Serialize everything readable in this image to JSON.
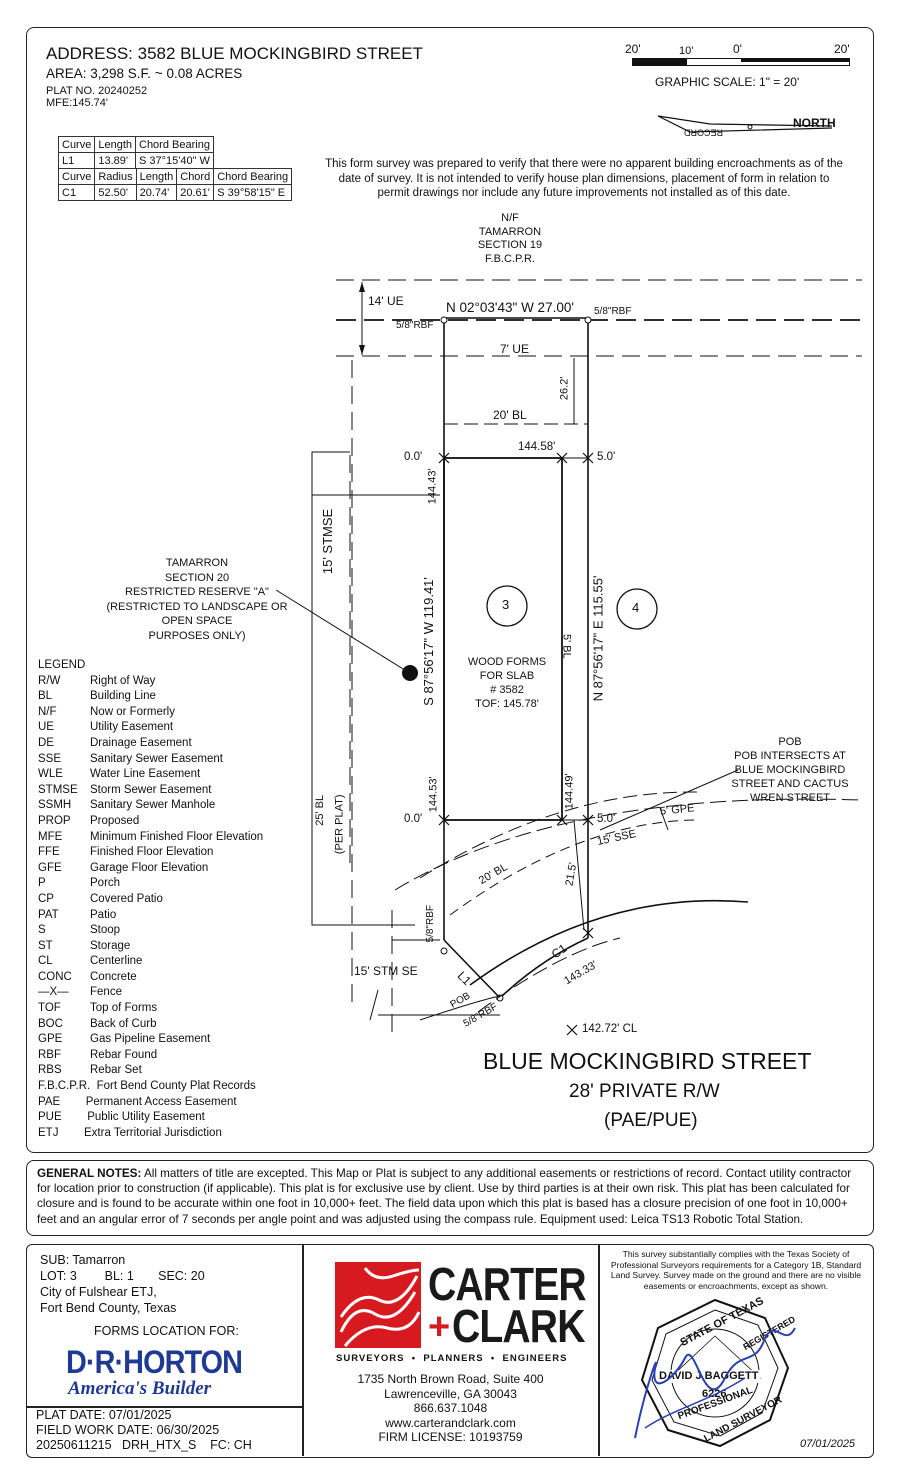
{
  "header": {
    "address": "ADDRESS:  3582 BLUE MOCKINGBIRD STREET",
    "area": "AREA: 3,298 S.F. ~ 0.08 ACRES",
    "plat_no": "PLAT NO. 20240252",
    "mfe": "MFE:145.74'"
  },
  "scale": {
    "ticks": [
      "20'",
      "10'",
      "0'",
      "20'"
    ],
    "label": "GRAPHIC SCALE: 1\" = 20'",
    "north": "NORTH",
    "record": "RECORD"
  },
  "curve_table": {
    "line_header": [
      "Curve",
      "Length",
      "Chord Bearing"
    ],
    "line_row": [
      "L1",
      "13.89'",
      "S 37°15'40\" W"
    ],
    "curve_header": [
      "Curve",
      "Radius",
      "Length",
      "Chord",
      "Chord Bearing"
    ],
    "curve_row": [
      "C1",
      "52.50'",
      "20.74'",
      "20.61'",
      "S 39°58'15\" E"
    ]
  },
  "disclaimer": [
    "This form survey was prepared to verify that there were no apparent building encroachments as of the",
    "date of survey. It is not intended to verify house plan dimensions, placement of form in relation to",
    "permit drawings nor include any future improvements not installed as of this date."
  ],
  "plat": {
    "nf_label": [
      "N/F",
      "TAMARRON",
      "SECTION 19",
      "F.B.C.P.R."
    ],
    "ue14": "14' UE",
    "ue7": "7' UE",
    "top_bearing": "N 02°03'43\" W  27.00'",
    "rbf_left_top": "5/8\"RBF",
    "rbf_right_top": "5/8\"RBF",
    "dim_26": "26.2'",
    "bl20": "20' BL",
    "form_top_len": "144.58'",
    "off_top_left": "0.0'",
    "off_top_right": "5.0'",
    "stmse15": "15' STMSE",
    "left_top_len": "144.43'",
    "left_bearing": "S 87°56'17\" W 119.41'",
    "right_bearing": "N 87°56'17\" E 115.55'",
    "lot3": "3",
    "lot4": "4",
    "bl5": "5' BL",
    "slab": [
      "WOOD FORMS",
      "FOR SLAB",
      "# 3582",
      "TOF: 145.78'"
    ],
    "reserve": [
      "TAMARRON",
      "SECTION 20",
      "RESTRICTED RESERVE \"A\"",
      "(RESTRICTED TO LANDSCAPE OR",
      "OPEN SPACE",
      "PURPOSES ONLY)"
    ],
    "left_bot_len": "144.53'",
    "right_bot_len": "144.49'",
    "off_bot_left": "0.0'",
    "off_bot_right": "5.0'",
    "bl25": "25' BL",
    "per_plat": "(PER PLAT)",
    "pob": [
      "POB",
      "POB INTERSECTS AT",
      "BLUE MOCKINGBIRD",
      "STREET AND CACTUS",
      "WREN STREET"
    ],
    "gpe5": "5' GPE",
    "sse15": "15' SSE",
    "bl20_curve": "20' BL",
    "dim_215": "21.5'",
    "rbf_left_bot": "5/8\"RBF",
    "stmse15_bot": "15' STM SE",
    "l1": "L1",
    "c1": "C1",
    "pob_small": "POB",
    "rbf_pob": "5/8\"RBF",
    "dim_14333": "143.33'",
    "cl": "142.72' CL",
    "street": "BLUE MOCKINGBIRD STREET",
    "row": "28' PRIVATE R/W",
    "pae": "(PAE/PUE)"
  },
  "legend": {
    "title": "LEGEND",
    "items": [
      [
        "R/W",
        "Right of Way"
      ],
      [
        "BL",
        "Building Line"
      ],
      [
        "N/F",
        "Now or Formerly"
      ],
      [
        "UE",
        "Utility Easement"
      ],
      [
        "DE",
        "Drainage Easement"
      ],
      [
        "SSE",
        "Sanitary Sewer Easement"
      ],
      [
        "WLE",
        "Water Line Easement"
      ],
      [
        "STMSE",
        "Storm Sewer Easement"
      ],
      [
        "SSMH",
        "Sanitary Sewer Manhole"
      ],
      [
        "PROP",
        "Proposed"
      ],
      [
        "MFE",
        "Minimum Finished Floor Elevation"
      ],
      [
        "FFE",
        "Finished Floor Elevation"
      ],
      [
        "GFE",
        "Garage Floor Elevation"
      ],
      [
        "P",
        "Porch"
      ],
      [
        "CP",
        "Covered Patio"
      ],
      [
        "PAT",
        "Patio"
      ],
      [
        "S",
        "Stoop"
      ],
      [
        "ST",
        "Storage"
      ],
      [
        "CL",
        "Centerline"
      ],
      [
        "CONC",
        "Concrete"
      ],
      [
        "—X—",
        "Fence"
      ],
      [
        "TOF",
        "Top of Forms"
      ],
      [
        "BOC",
        "Back of Curb"
      ],
      [
        "GPE",
        "Gas Pipeline Easement"
      ],
      [
        "RBF",
        "Rebar Found"
      ],
      [
        "RBS",
        "Rebar Set"
      ]
    ],
    "wide_items": [
      "F.B.C.P.R.  Fort Bend County Plat Records",
      "PAE        Permanent Access Easement",
      "PUE        Public Utility Easement",
      "ETJ        Extra Territorial Jurisdiction"
    ]
  },
  "general_notes": {
    "label": "GENERAL NOTES:",
    "text": " All matters of title are excepted. This Map or Plat is subject to any additional easements or restrictions of record. Contact utility contractor for location prior to construction (if applicable). This plat is for exclusive use by client. Use by third parties is at their own risk. This plat has been calculated for closure and is found to be accurate within one foot in 10,000+ feet. The field data upon which this plat is based has a closure precision of one foot in 10,000+ feet and an angular error of 7 seconds per angle point and was adjusted using the compass rule. Equipment used: Leica TS13 Robotic Total Station."
  },
  "footer_left": {
    "sub": "SUB: Tamarron",
    "lot_line": "LOT: 3        BL: 1       SEC: 20",
    "city": "City of Fulshear ETJ,",
    "county": "Fort Bend County, Texas",
    "forms_for": "FORMS LOCATION FOR:",
    "logo_main": "D·R·HORTON",
    "logo_sub": "America's Builder",
    "plat_date": "PLAT DATE: 07/01/2025",
    "field_date": "FIELD WORK DATE: 06/30/2025",
    "job_line": "20250611215   DRH_HTX_S    FC: CH"
  },
  "footer_mid": {
    "brand1": "CARTER",
    "brand2": "CLARK",
    "plus": "+",
    "tagline": "SURVEYORS  •  PLANNERS  •  ENGINEERS",
    "address1": "1735 North Brown Road, Suite 400",
    "address2": "Lawrenceville, GA 30043",
    "phone": "866.637.1048",
    "web": "www.carterandclark.com",
    "license": "FIRM LICENSE: 10193759"
  },
  "footer_right": {
    "statement": [
      "This survey substantially complies with the Texas Society of",
      "Professional Surveyors requirements for a Category 1B, Standard",
      "Land Survey. Survey made on the ground and there are no visible",
      "easements or encroachments, except as shown."
    ],
    "seal_top": "STATE OF TEXAS",
    "seal_reg": "REGISTERED",
    "seal_name": "DAVID J BAGGETT",
    "seal_no": "6226",
    "seal_prof": "PROFESSIONAL",
    "seal_land": "LAND SURVEYOR",
    "sign_date": "07/01/2025"
  },
  "colors": {
    "ink": "#111111",
    "brand_red": "#d71920",
    "brand_black": "#1a1a1a",
    "horton_blue": "#1f3a93",
    "signature_blue": "#2b3fb5"
  }
}
